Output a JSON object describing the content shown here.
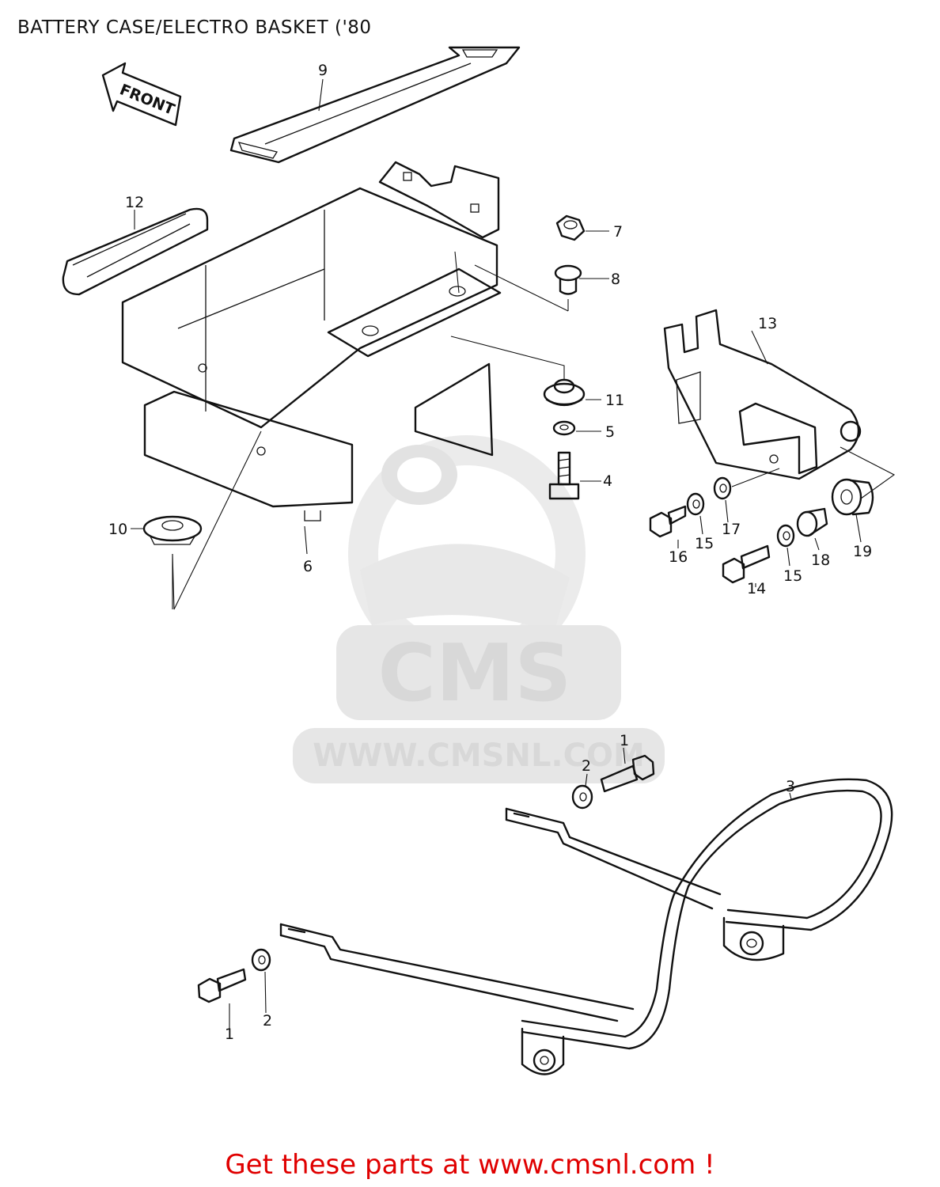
{
  "title": "BATTERY CASE/ELECTRO BASKET ('80",
  "front_arrow_label": "FRONT",
  "watermark": {
    "logo_text": "CMS",
    "url_text": "WWW.CMSNL.COM"
  },
  "callouts": {
    "c1a": "1",
    "c1b": "1",
    "c2a": "2",
    "c2b": "2",
    "c3": "3",
    "c4": "4",
    "c5": "5",
    "c6": "6",
    "c7": "7",
    "c8": "8",
    "c9": "9",
    "c10": "10",
    "c11": "11",
    "c12": "12",
    "c13": "13",
    "c14": "14",
    "c15a": "15",
    "c15b": "15",
    "c16": "16",
    "c17": "17",
    "c18": "18",
    "c19": "19"
  },
  "footer_cta": "Get these parts at www.cmsnl.com !",
  "colors": {
    "cta": "#e00000",
    "watermark": "#d8d8d8",
    "line": "#111111"
  }
}
